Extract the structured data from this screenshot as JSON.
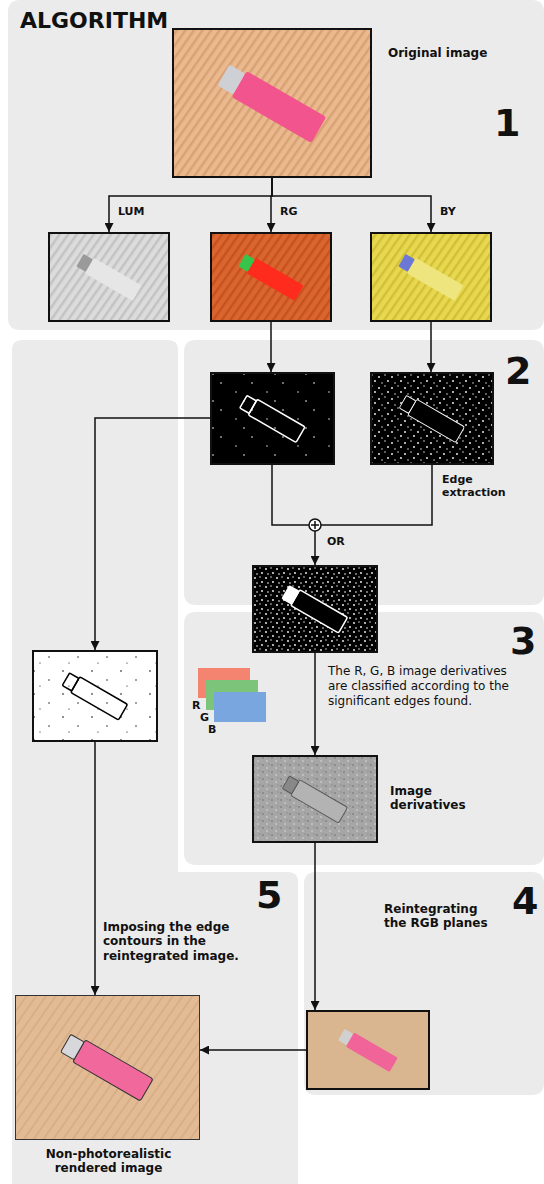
{
  "diagram": {
    "title": "ALGORITHM",
    "nodes": [
      {
        "text": [
          "1"
        ]
      },
      {
        "text": [
          "Original image"
        ],
        "in": 0
      },
      {
        "text": [
          "LUM"
        ],
        "in": 0
      },
      {
        "text": [
          "RG"
        ],
        "in": 0
      },
      {
        "text": [
          "BY"
        ],
        "in": 0
      },
      {
        "text": [
          "2"
        ]
      },
      {
        "text": [
          "Edge extraction"
        ],
        "in": 5
      },
      {
        "text": [
          "OR"
        ],
        "in": 5
      },
      {
        "text": [
          "The R, G, B image derivatives are classified according to the significant edges found.",
          "3"
        ]
      },
      {
        "text": [
          "Image derivatives"
        ],
        "in": 8
      },
      {
        "text": [
          "Reintegrating the RGB planes",
          "4"
        ]
      },
      {
        "text": [
          "Imposing the edge contours in the reintegrated image.",
          "5"
        ]
      },
      {
        "text": [
          "Non-photorealistic rendered image"
        ],
        "in": 11
      }
    ],
    "edges": [
      {
        "from": 1,
        "to": 2,
        "arrow": "to"
      },
      {
        "from": 1,
        "to": 3,
        "arrow": "to"
      },
      {
        "from": 1,
        "to": 4,
        "arrow": "to"
      },
      {
        "from": 4,
        "to": 6,
        "arrow": "to"
      },
      {
        "from": 6,
        "to": 7,
        "arrow": "to"
      },
      {
        "from": 7,
        "to": 9,
        "arrow": "to"
      }
    ],
    "labels": [
      "R",
      "G",
      "B"
    ]
  }
}
